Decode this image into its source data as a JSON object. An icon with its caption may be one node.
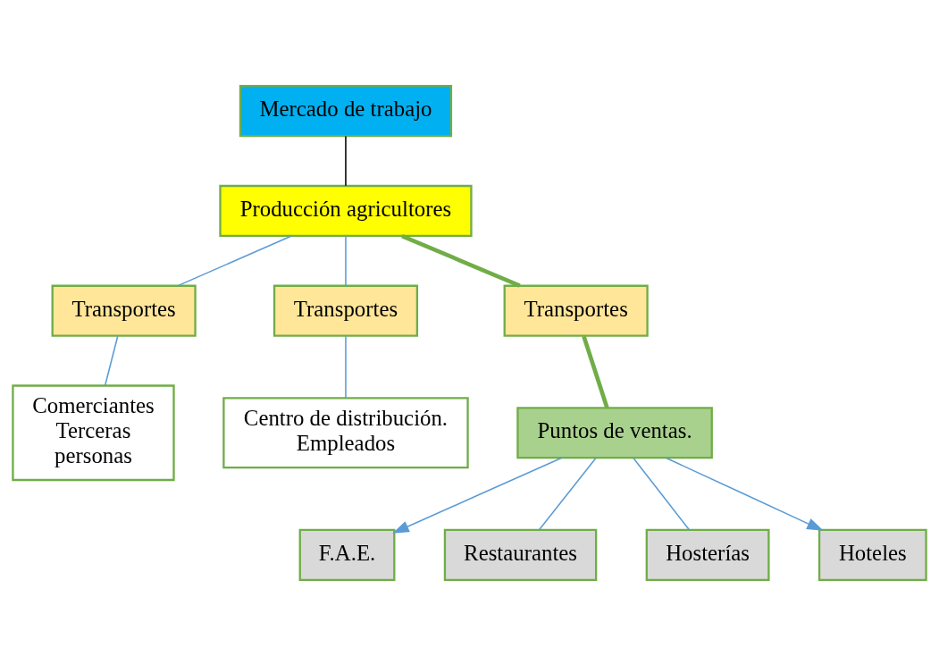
{
  "diagram": {
    "nodes": [
      {
        "text": [
          "Mercado de trabajo"
        ]
      },
      {
        "text": [
          "Producción agricultores"
        ]
      },
      {
        "text": [
          "Transportes"
        ]
      },
      {
        "text": [
          "Transportes"
        ]
      },
      {
        "text": [
          "Comerciantes Terceras personas"
        ]
      },
      {
        "text": [
          "Centro de distribución. Empleados"
        ]
      },
      {
        "text": [
          "Transportes"
        ]
      },
      {
        "text": [
          "Puntos de ventas."
        ]
      },
      {
        "text": [
          "F.A.E."
        ]
      },
      {
        "text": [
          "Restaurantes"
        ]
      },
      {
        "text": [
          "Hosterías"
        ]
      },
      {
        "text": [
          "Hoteles"
        ]
      }
    ],
    "edges": [
      {
        "from": 0,
        "to": 1,
        "arrow": "none",
        "color": "#000000"
      },
      {
        "from": 1,
        "to": 2,
        "arrow": "none"
      },
      {
        "from": 2,
        "to": 4,
        "arrow": "none"
      },
      {
        "from": 1,
        "to": 3,
        "arrow": "none"
      },
      {
        "from": 3,
        "to": 5,
        "arrow": "none"
      },
      {
        "from": 1,
        "to": 6,
        "arrow": "none",
        "style": "thick",
        "color": "#70ad47"
      },
      {
        "from": 6,
        "to": 7,
        "arrow": "none",
        "style": "thick",
        "color": "#70ad47"
      },
      {
        "from": 7,
        "to": 8,
        "arrow": "to"
      },
      {
        "from": 7,
        "to": 9,
        "arrow": "none"
      },
      {
        "from": 7,
        "to": 10,
        "arrow": "none"
      },
      {
        "from": 7,
        "to": 11,
        "arrow": "to"
      }
    ]
  }
}
